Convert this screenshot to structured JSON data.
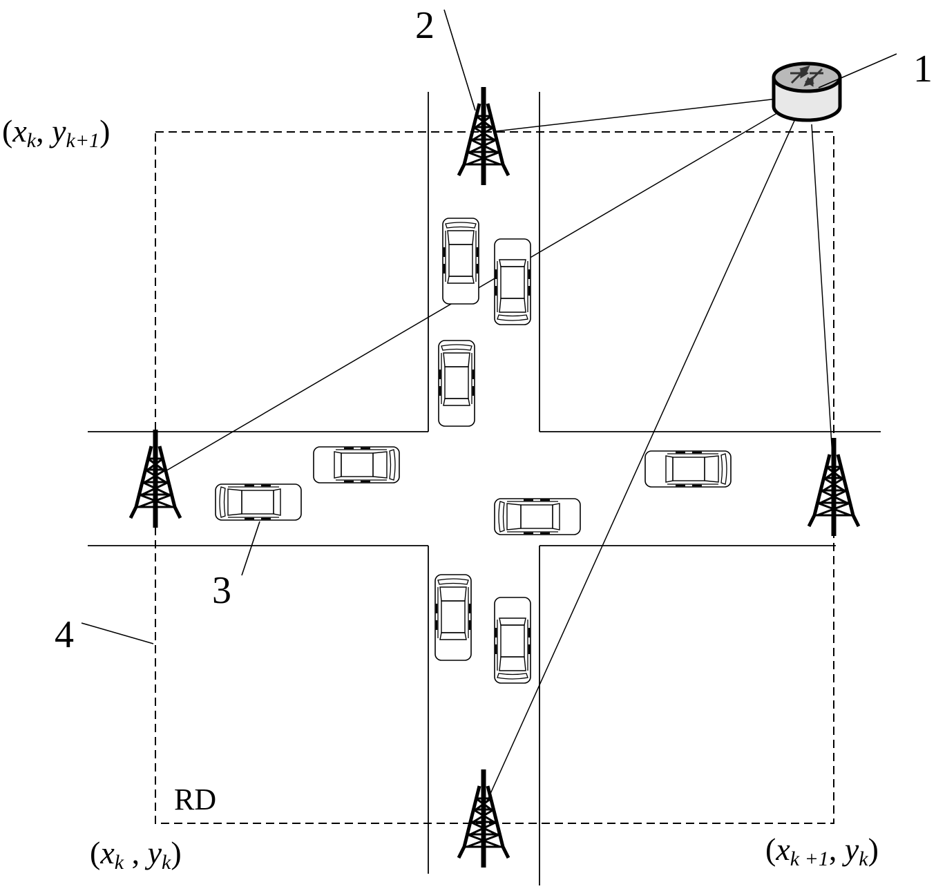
{
  "labels": {
    "router_number": "1",
    "tower_number": "2",
    "vehicle_number": "3",
    "region_number": "4",
    "region_name": "RD"
  },
  "coordinates": {
    "top_left": {
      "open": "(",
      "x": "x",
      "x_sub": "k",
      "sep": ", ",
      "y": "y",
      "y_sub": "k+1",
      "close": ")"
    },
    "bottom_left": {
      "open": "(",
      "x": "x",
      "x_sub": "k",
      "sep": " , ",
      "y": "y",
      "y_sub": "k",
      "close": ")"
    },
    "bottom_right": {
      "open": "(",
      "x": "x",
      "x_sub": "k +1",
      "sep": ", ",
      "y": "y",
      "y_sub": "k",
      "close": ")"
    }
  },
  "icons": {
    "router": "router-icon",
    "tower": "cell-tower-icon",
    "vehicle": "car-icon"
  },
  "colors": {
    "line": "#000000",
    "router_top": "#b9b9b9",
    "router_side": "#e8e8e8",
    "background": "#ffffff"
  }
}
